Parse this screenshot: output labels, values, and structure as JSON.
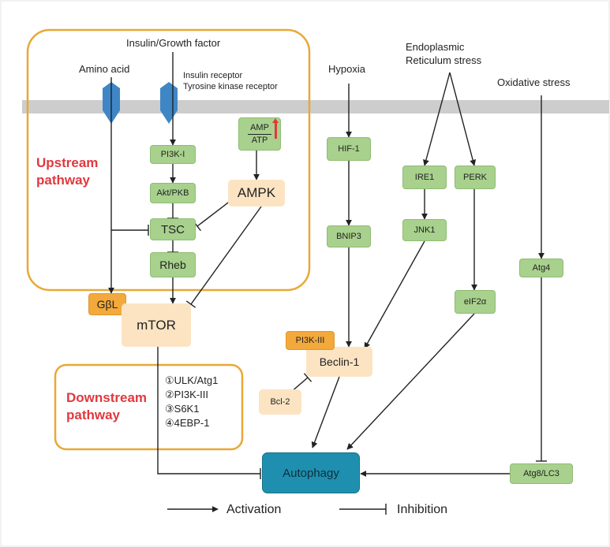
{
  "stimuli": {
    "insulin": "Insulin/Growth factor",
    "amino_acid": "Amino acid",
    "receptor_line1": "Insulin receptor",
    "receptor_line2": "Tyrosine kinase receptor",
    "hypoxia": "Hypoxia",
    "er_line1": "Endoplasmic",
    "er_line2": "Reticulum stress",
    "oxidative": "Oxidative stress"
  },
  "upstream": {
    "line1": "Upstream",
    "line2": "pathway"
  },
  "downstream": {
    "line1": "Downstream",
    "line2": "pathway",
    "items": [
      "①ULK/Atg1",
      "②PI3K-III",
      "③S6K1",
      "④4EBP-1"
    ]
  },
  "nodes": {
    "pi3k1": "PI3K-I",
    "akt": "Akt/PKB",
    "amp_top": "AMP",
    "amp_bottom": "ATP",
    "ampk": "AMPK",
    "tsc": "TSC",
    "rheb": "Rheb",
    "gbl": "GβL",
    "mtor": "mTOR",
    "hif1": "HIF-1",
    "bnip3": "BNIP3",
    "ire1": "IRE1",
    "jnk1": "JNK1",
    "perk": "PERK",
    "eif2a": "eIF2α",
    "atg4": "Atg4",
    "pi3k3": "PI3K-III",
    "beclin1": "Beclin-1",
    "bcl2": "Bcl-2",
    "autophagy": "Autophagy",
    "atg8": "Atg8/LC3"
  },
  "legend": {
    "activation": "Activation",
    "inhibition": "Inhibition"
  },
  "colors": {
    "green_node": "#a8d18d",
    "cream_node": "#fce4c2",
    "orange_node": "#f3a93b",
    "autophagy_node": "#1f8faf",
    "pathway_box_border": "#e8a838",
    "pathway_title": "#e0393e",
    "membrane": "#cdcdcd",
    "receptor": "#3f86c6"
  }
}
